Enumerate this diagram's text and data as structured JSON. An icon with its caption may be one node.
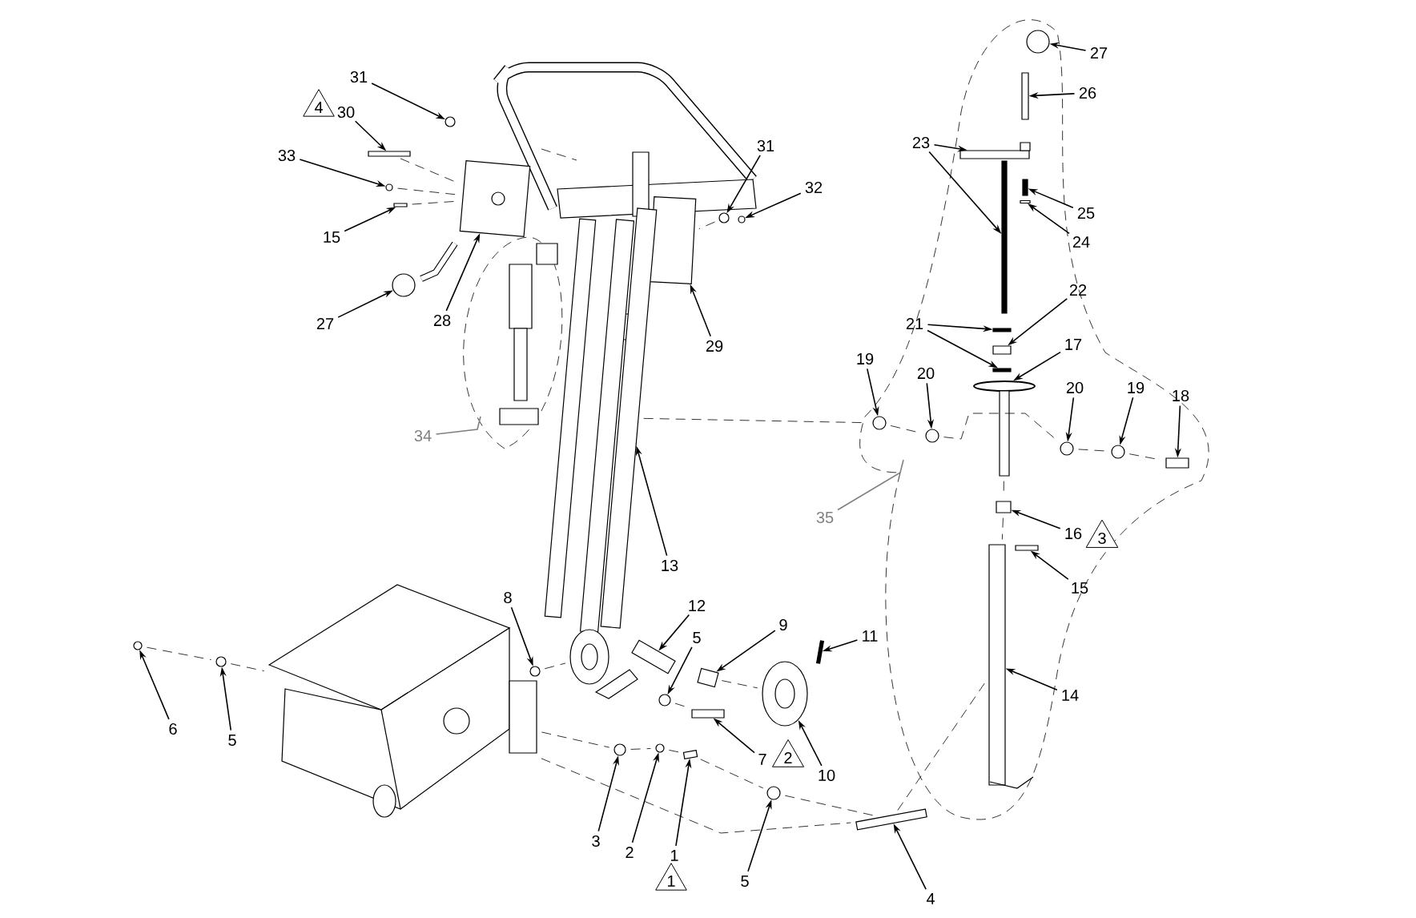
{
  "diagram": {
    "nodes": [
      {
        "text": [
          "31"
        ]
      },
      {
        "text": [
          "30"
        ]
      },
      {
        "text": [
          "33"
        ]
      },
      {
        "text": [
          "15"
        ]
      },
      {
        "text": [
          "27"
        ]
      },
      {
        "text": [
          "28"
        ]
      },
      {
        "text": [
          "31"
        ]
      },
      {
        "text": [
          "32"
        ]
      },
      {
        "text": [
          "29"
        ]
      },
      {
        "text": [
          "34"
        ]
      },
      {
        "text": [
          "27"
        ]
      },
      {
        "text": [
          "26"
        ]
      },
      {
        "text": [
          "23"
        ]
      },
      {
        "text": [
          "25"
        ]
      },
      {
        "text": [
          "24"
        ]
      },
      {
        "text": [
          "22"
        ]
      },
      {
        "text": [
          "21"
        ]
      },
      {
        "text": [
          "17"
        ]
      },
      {
        "text": [
          "19"
        ]
      },
      {
        "text": [
          "20"
        ]
      },
      {
        "text": [
          "20"
        ]
      },
      {
        "text": [
          "19"
        ]
      },
      {
        "text": [
          "18"
        ]
      },
      {
        "text": [
          "35"
        ]
      },
      {
        "text": [
          "16"
        ]
      },
      {
        "text": [
          "15"
        ]
      },
      {
        "text": [
          "14"
        ]
      },
      {
        "text": [
          "13"
        ]
      },
      {
        "text": [
          "12"
        ]
      },
      {
        "text": [
          "8"
        ]
      },
      {
        "text": [
          "9"
        ]
      },
      {
        "text": [
          "5"
        ]
      },
      {
        "text": [
          "11"
        ]
      },
      {
        "text": [
          "6"
        ]
      },
      {
        "text": [
          "5"
        ]
      },
      {
        "text": [
          "7"
        ]
      },
      {
        "text": [
          "10"
        ]
      },
      {
        "text": [
          "3"
        ]
      },
      {
        "text": [
          "2"
        ]
      },
      {
        "text": [
          "1"
        ]
      },
      {
        "text": [
          "5"
        ]
      },
      {
        "text": [
          "4"
        ]
      },
      {
        "text": [
          "4"
        ]
      },
      {
        "text": [
          "3"
        ]
      },
      {
        "text": [
          "2"
        ]
      },
      {
        "text": [
          "1"
        ]
      },
      {
        "text": [],
        "shape": "circle"
      },
      {
        "text": [],
        "shape": "bar"
      },
      {
        "text": [],
        "shape": "circle"
      },
      {
        "text": [],
        "shape": "bar"
      },
      {
        "text": [],
        "shape": "circle"
      },
      {
        "text": [],
        "shape": "box"
      },
      {
        "text": [],
        "shape": "circle"
      },
      {
        "text": [],
        "shape": "circle"
      },
      {
        "text": [],
        "shape": "box"
      },
      {
        "text": [],
        "shape": "circle"
      },
      {
        "text": [],
        "shape": "bar"
      },
      {
        "text": [],
        "shape": "bar"
      },
      {
        "text": [],
        "shape": "bar"
      },
      {
        "text": [],
        "shape": "bar"
      },
      {
        "text": [],
        "shape": "bar"
      },
      {
        "text": [],
        "shape": "cylinder"
      },
      {
        "text": [],
        "shape": "bar"
      },
      {
        "text": [],
        "shape": "bar"
      },
      {
        "text": [],
        "shape": "disc"
      },
      {
        "text": [],
        "shape": "circle"
      },
      {
        "text": [],
        "shape": "circle"
      },
      {
        "text": [],
        "shape": "circle"
      },
      {
        "text": [],
        "shape": "circle"
      },
      {
        "text": [],
        "shape": "bar"
      },
      {
        "text": [],
        "shape": "cylinder"
      },
      {
        "text": [],
        "shape": "bar"
      },
      {
        "text": [],
        "shape": "cylinder"
      },
      {
        "text": [],
        "shape": "bar"
      },
      {
        "text": [],
        "shape": "bar"
      },
      {
        "text": [],
        "shape": "circle"
      },
      {
        "text": [],
        "shape": "cylinder"
      },
      {
        "text": [],
        "shape": "circle"
      },
      {
        "text": [],
        "shape": "bar"
      },
      {
        "text": [],
        "shape": "circle"
      },
      {
        "text": [],
        "shape": "circle"
      },
      {
        "text": [],
        "shape": "bar"
      },
      {
        "text": [],
        "shape": "wheel"
      },
      {
        "text": [],
        "shape": "circle"
      },
      {
        "text": [],
        "shape": "circle"
      },
      {
        "text": [],
        "shape": "bar"
      },
      {
        "text": [],
        "shape": "circle"
      },
      {
        "text": [],
        "shape": "bar"
      },
      {
        "text": [],
        "shape": "bar"
      },
      {
        "text": [],
        "shape": "bar"
      },
      {
        "text": [],
        "shape": "wheel"
      },
      {
        "text": [],
        "shape": "bar"
      },
      {
        "text": [],
        "shape": "picture"
      }
    ],
    "edges": [
      {
        "from": 0,
        "to": 46,
        "arrow": "to"
      },
      {
        "from": 1,
        "to": 47,
        "arrow": "to"
      },
      {
        "from": 2,
        "to": 48,
        "arrow": "to"
      },
      {
        "from": 3,
        "to": 49,
        "arrow": "to"
      },
      {
        "from": 4,
        "to": 50,
        "arrow": "to"
      },
      {
        "from": 5,
        "to": 51,
        "arrow": "to"
      },
      {
        "from": 6,
        "to": 52,
        "arrow": "to"
      },
      {
        "from": 7,
        "to": 53,
        "arrow": "to"
      },
      {
        "from": 8,
        "to": 54,
        "arrow": "to"
      },
      {
        "from": 9,
        "to": null,
        "arrow": "none",
        "color": "#808080"
      },
      {
        "from": 10,
        "to": 55,
        "arrow": "to"
      },
      {
        "from": 11,
        "to": 56,
        "arrow": "to"
      },
      {
        "from": 12,
        "to": 57,
        "arrow": "to"
      },
      {
        "from": 12,
        "to": 58,
        "arrow": "to"
      },
      {
        "from": 13,
        "to": 59,
        "arrow": "to"
      },
      {
        "from": 14,
        "to": 60,
        "arrow": "to"
      },
      {
        "from": 15,
        "to": 61,
        "arrow": "to"
      },
      {
        "from": 16,
        "to": 62,
        "arrow": "to"
      },
      {
        "from": 16,
        "to": 63,
        "arrow": "to"
      },
      {
        "from": 17,
        "to": 64,
        "arrow": "to"
      },
      {
        "from": 18,
        "to": 65,
        "arrow": "to"
      },
      {
        "from": 19,
        "to": 66,
        "arrow": "to"
      },
      {
        "from": 20,
        "to": 67,
        "arrow": "to"
      },
      {
        "from": 21,
        "to": 68,
        "arrow": "to"
      },
      {
        "from": 22,
        "to": 69,
        "arrow": "to"
      },
      {
        "from": 23,
        "to": null,
        "arrow": "none",
        "color": "#808080"
      },
      {
        "from": 24,
        "to": 70,
        "arrow": "to"
      },
      {
        "from": 25,
        "to": 71,
        "arrow": "to"
      },
      {
        "from": 26,
        "to": 72,
        "arrow": "to"
      },
      {
        "from": 27,
        "to": 73,
        "arrow": "to"
      },
      {
        "from": 28,
        "to": 74,
        "arrow": "to"
      },
      {
        "from": 29,
        "to": 75,
        "arrow": "to"
      },
      {
        "from": 30,
        "to": 76,
        "arrow": "to"
      },
      {
        "from": 31,
        "to": 77,
        "arrow": "to"
      },
      {
        "from": 32,
        "to": 78,
        "arrow": "to"
      },
      {
        "from": 33,
        "to": 79,
        "arrow": "to"
      },
      {
        "from": 34,
        "to": 80,
        "arrow": "to"
      },
      {
        "from": 35,
        "to": 81,
        "arrow": "to"
      },
      {
        "from": 36,
        "to": 82,
        "arrow": "to"
      },
      {
        "from": 37,
        "to": 83,
        "arrow": "to"
      },
      {
        "from": 38,
        "to": 84,
        "arrow": "to"
      },
      {
        "from": 39,
        "to": 85,
        "arrow": "to"
      },
      {
        "from": 40,
        "to": 86,
        "arrow": "to"
      },
      {
        "from": 41,
        "to": 87,
        "arrow": "to"
      },
      {
        "from": 79,
        "to": 80,
        "arrow": "none",
        "style": "dashed"
      },
      {
        "from": 47,
        "to": 51,
        "arrow": "none",
        "style": "dashed"
      },
      {
        "from": 48,
        "to": 51,
        "arrow": "none",
        "style": "dashed"
      },
      {
        "from": 49,
        "to": 51,
        "arrow": "none",
        "style": "dashed"
      },
      {
        "from": 75,
        "to": 90,
        "arrow": "none",
        "style": "dashed"
      },
      {
        "from": 77,
        "to": 81,
        "arrow": "none",
        "style": "dashed"
      },
      {
        "from": 83,
        "to": 84,
        "arrow": "none",
        "style": "dashed"
      },
      {
        "from": 84,
        "to": 85,
        "arrow": "none",
        "style": "dashed"
      },
      {
        "from": 85,
        "to": 86,
        "arrow": "none",
        "style": "dashed"
      },
      {
        "from": 86,
        "to": 87,
        "arrow": "none",
        "style": "dashed"
      },
      {
        "from": 92,
        "to": 83,
        "arrow": "none",
        "style": "dashed"
      },
      {
        "from": 92,
        "to": 87,
        "arrow": "none",
        "style": "dashed"
      },
      {
        "from": 87,
        "to": 72,
        "arrow": "none",
        "style": "dashed"
      },
      {
        "from": 65,
        "to": 66,
        "arrow": "none",
        "style": "dashed"
      },
      {
        "from": 66,
        "to": 67,
        "arrow": "none",
        "style": "dashed"
      },
      {
        "from": 67,
        "to": 68,
        "arrow": "none",
        "style": "dashed"
      },
      {
        "from": 68,
        "to": 69,
        "arrow": "none",
        "style": "dashed"
      },
      {
        "from": 76,
        "to": 82,
        "arrow": "none",
        "style": "dashed"
      },
      {
        "from": 91,
        "to": 70,
        "arrow": "none",
        "style": "dashed"
      },
      {
        "from": 70,
        "to": 72,
        "arrow": "none",
        "style": "dashed"
      },
      {
        "from": 52,
        "to": 54,
        "arrow": "none",
        "style": "dashed"
      },
      {
        "from": 73,
        "to": 65,
        "arrow": "none",
        "style": "dashed"
      },
      {
        "from": 80,
        "to": 92,
        "arrow": "none",
        "style": "dashed"
      }
    ]
  }
}
